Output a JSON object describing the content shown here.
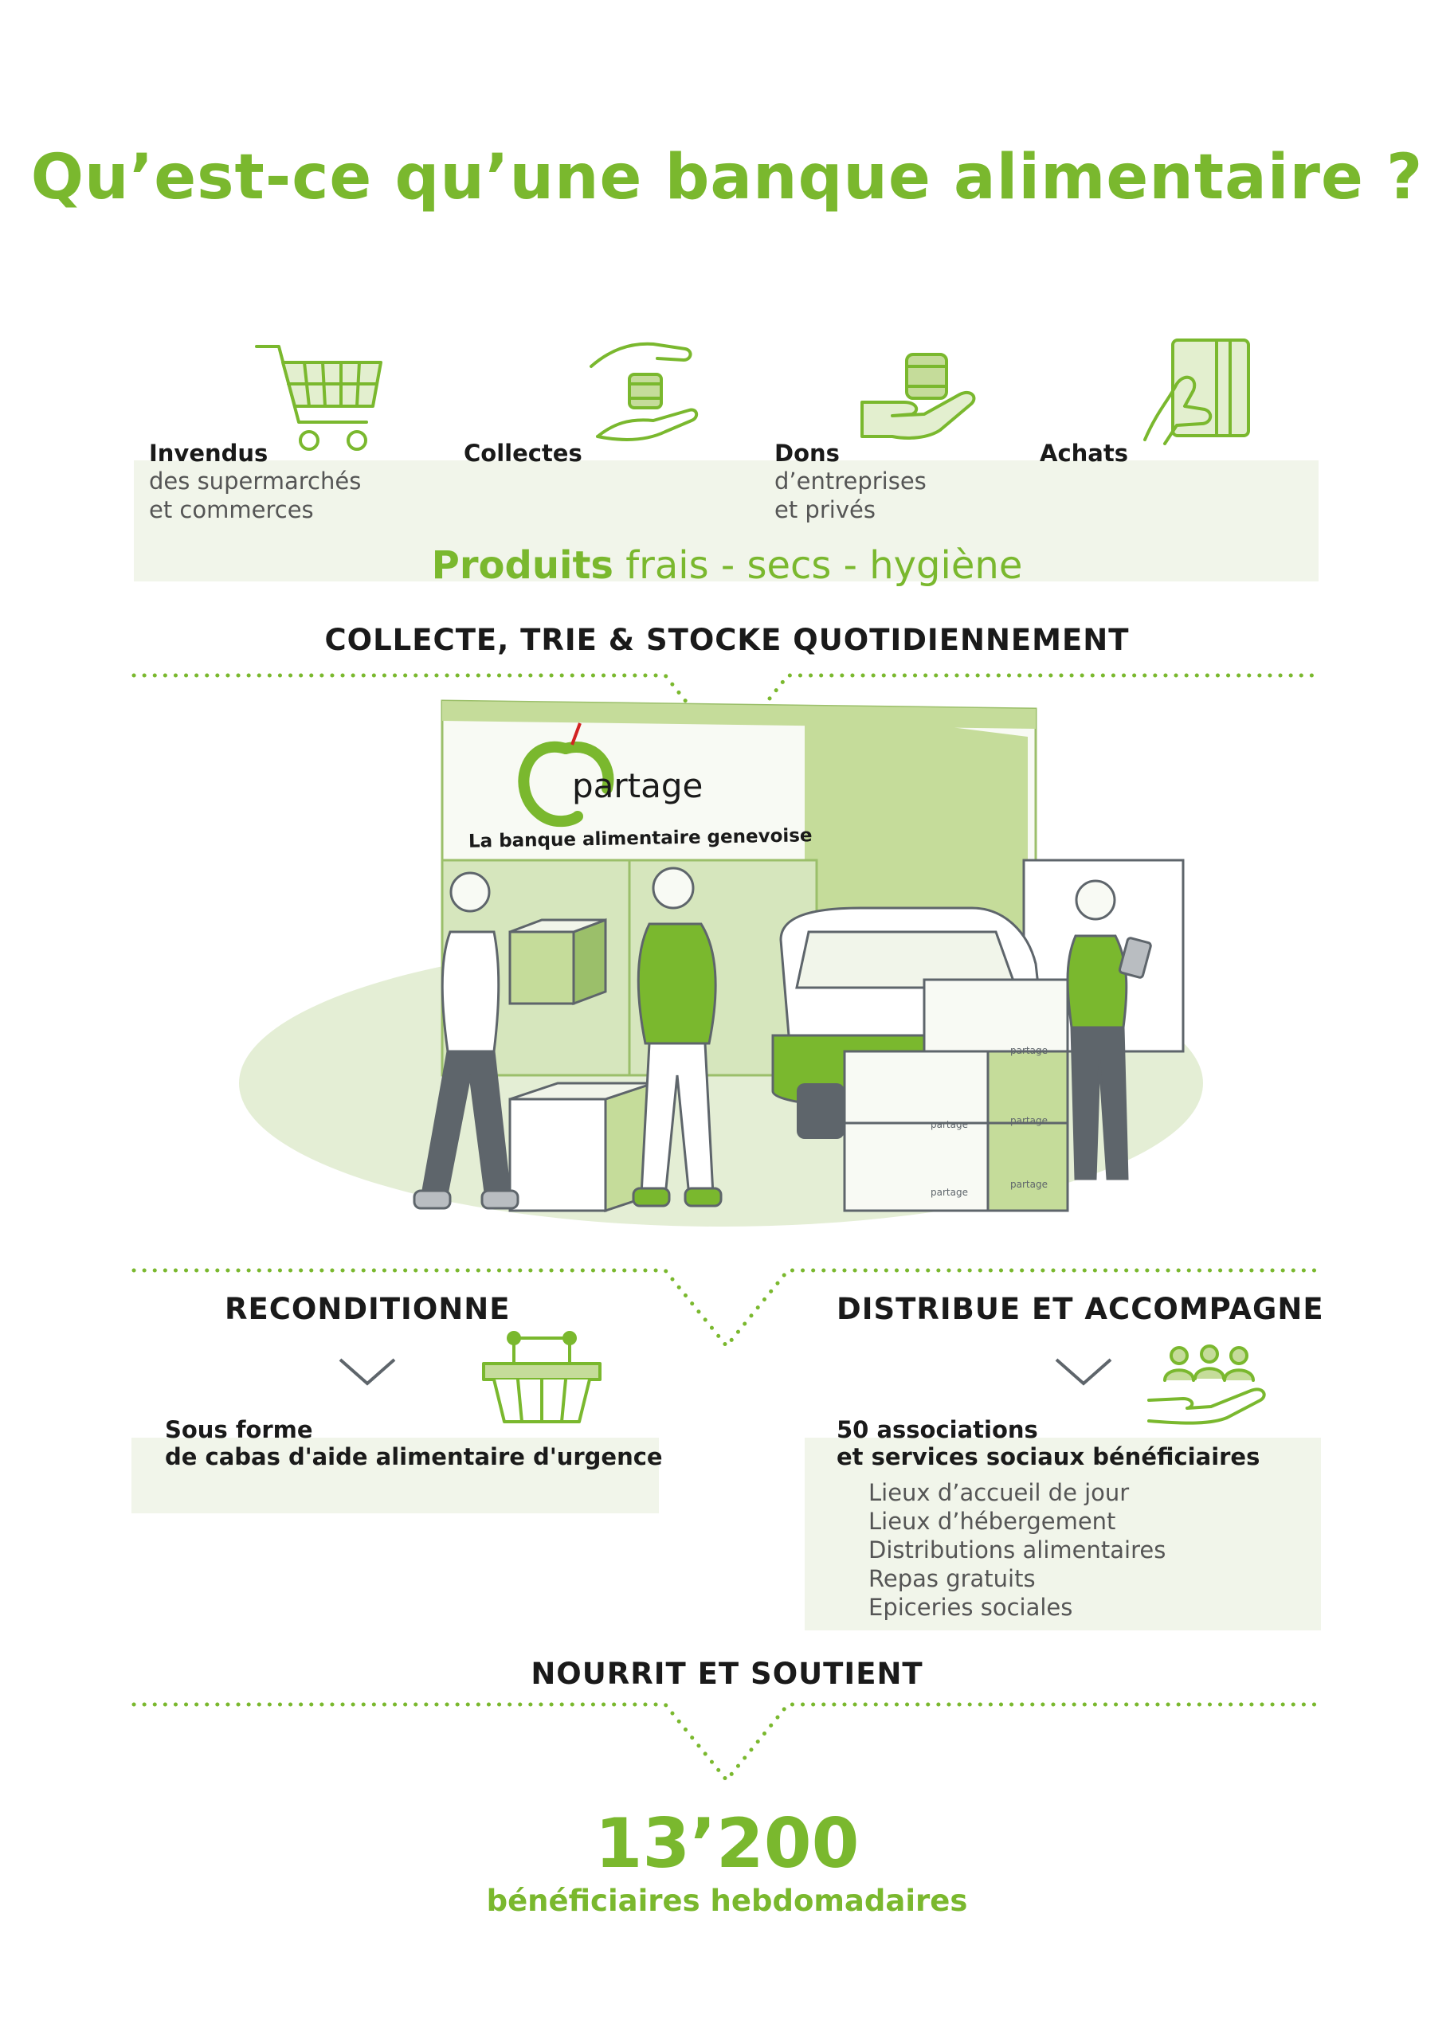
{
  "title": "Qu’est-ce qu’une banque alimentaire ?",
  "sources": [
    {
      "label": "Invendus",
      "sub": [
        "des supermarchés",
        "et commerces"
      ]
    },
    {
      "label": "Collectes",
      "sub": []
    },
    {
      "label": "Dons",
      "sub": [
        "d’entreprises",
        "et privés"
      ]
    },
    {
      "label": "Achats",
      "sub": []
    }
  ],
  "products": {
    "strong": "Produits",
    "rest": " frais - secs - hygiène"
  },
  "section_collect": "COLLECTE, TRIE & STOCKE QUOTIDIENNEMENT",
  "logo": {
    "name": "partage",
    "tagline": "La banque alimentaire genevoise"
  },
  "box_logo": "partage",
  "recondition": {
    "heading": "RECONDITIONNE",
    "line1": "Sous forme",
    "line2": "de cabas d'aide alimentaire d'urgence"
  },
  "distribute": {
    "heading": "DISTRIBUE ET ACCOMPAGNE",
    "line1": "50 associations",
    "line2": "et services sociaux bénéficiaires",
    "items": [
      "Lieux d’accueil de jour",
      "Lieux d’hébergement",
      "Distributions alimentaires",
      "Repas gratuits",
      "Epiceries sociales"
    ]
  },
  "section_feed": "NOURRIT ET SOUTIENT",
  "count": "13’200",
  "count_label": "bénéficiaires hebdomadaires",
  "colors": {
    "accent": "#7ab82e",
    "light": "#c5dc9a",
    "panel": "#f1f5ea",
    "dark": "#5e656b"
  }
}
